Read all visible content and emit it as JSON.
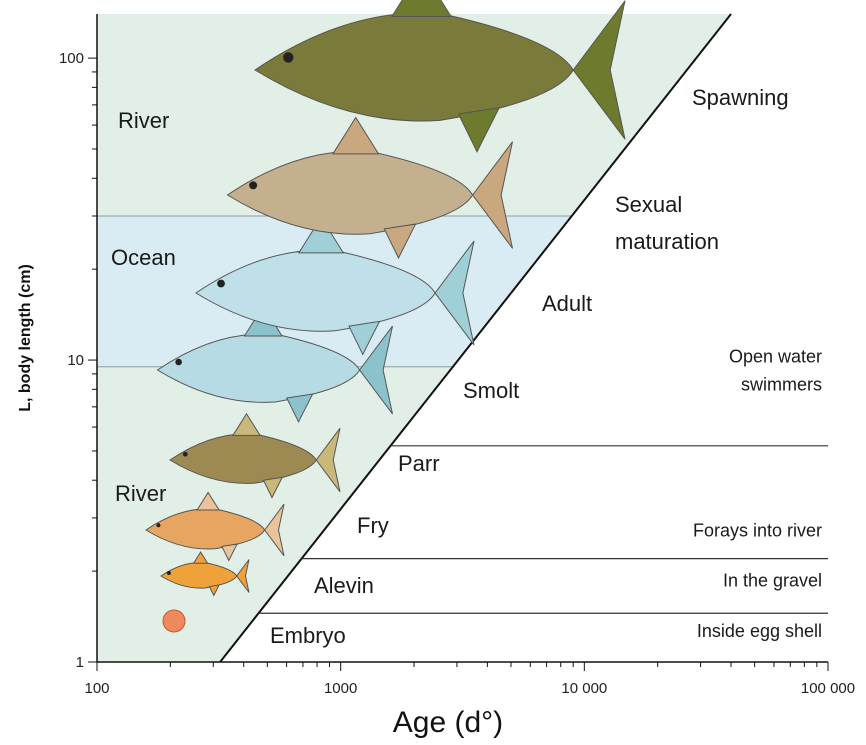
{
  "chart_data": {
    "type": "scatter",
    "xlabel": "Age (d°)",
    "ylabel": "L, body length (cm)",
    "x_scale": "log",
    "y_scale": "log",
    "xlim": [
      100,
      100000
    ],
    "ylim": [
      1,
      140
    ],
    "x_ticks": [
      {
        "value": 100,
        "label": "100"
      },
      {
        "value": 1000,
        "label": "1000"
      },
      {
        "value": 10000,
        "label": "10 000"
      },
      {
        "value": 100000,
        "label": "100 000"
      }
    ],
    "y_ticks": [
      {
        "value": 1,
        "label": "1"
      },
      {
        "value": 10,
        "label": "10"
      },
      {
        "value": 100,
        "label": "100"
      }
    ],
    "habitat_zones": [
      {
        "name": "River",
        "y_from": 30,
        "y_to": 140,
        "color": "#e1efe6"
      },
      {
        "name": "Ocean",
        "y_from": 9.5,
        "y_to": 30,
        "color": "#daecf3"
      },
      {
        "name": "River",
        "y_from": 1,
        "y_to": 9.5,
        "color": "#e1efe6"
      }
    ],
    "growth_boundary": [
      {
        "x": 320,
        "y": 1
      },
      {
        "x": 40000,
        "y": 140
      }
    ],
    "habitat_labels": [
      "River",
      "Ocean",
      "River"
    ],
    "life_stages": [
      {
        "label": "Embryo",
        "x": 1000,
        "y": 1.25
      },
      {
        "label": "Alevin",
        "x": 1000,
        "y": 1.75
      },
      {
        "label": "Fry",
        "x": 1050,
        "y": 2.5
      },
      {
        "label": "Parr",
        "x": 2400,
        "y": 4.3
      },
      {
        "label": "Smolt",
        "x": 2800,
        "y": 8.8
      },
      {
        "label": "Adult",
        "x": 5000,
        "y": 17.6
      },
      {
        "label": "Sexual",
        "x": 14000,
        "y": 33
      },
      {
        "label": "maturation",
        "x": 17000,
        "y": 24
      },
      {
        "label": "Spawning",
        "x": 50000,
        "y": 89
      }
    ],
    "behaviour_bands": [
      {
        "label": "Inside egg shell",
        "y_from": 1,
        "y_to": 1.45
      },
      {
        "label": "In the gravel",
        "y_from": 1.45,
        "y_to": 2.2
      },
      {
        "label": "Forays into river",
        "y_from": 2.2,
        "y_to": 5.2
      },
      {
        "label": "Open water",
        "label2": "swimmers",
        "y_from": 5.2,
        "y_to": 140
      }
    ],
    "fish_illustrations": [
      {
        "stage": "egg",
        "x": 160,
        "y": 1.3,
        "length": 1
      },
      {
        "stage": "alevin",
        "x": 210,
        "y": 1.95,
        "length": 2
      },
      {
        "stage": "fry",
        "x": 205,
        "y": 2.75,
        "length": 3
      },
      {
        "stage": "parr",
        "x": 240,
        "y": 4.6,
        "length": 5
      },
      {
        "stage": "smolt",
        "x": 280,
        "y": 9.5,
        "length": 10
      },
      {
        "stage": "ocean adult",
        "x": 480,
        "y": 22,
        "length": 25
      },
      {
        "stage": "maturing adult",
        "x": 610,
        "y": 36,
        "length": 35
      },
      {
        "stage": "spawner",
        "x": 1050,
        "y": 100,
        "length": 100
      }
    ]
  }
}
